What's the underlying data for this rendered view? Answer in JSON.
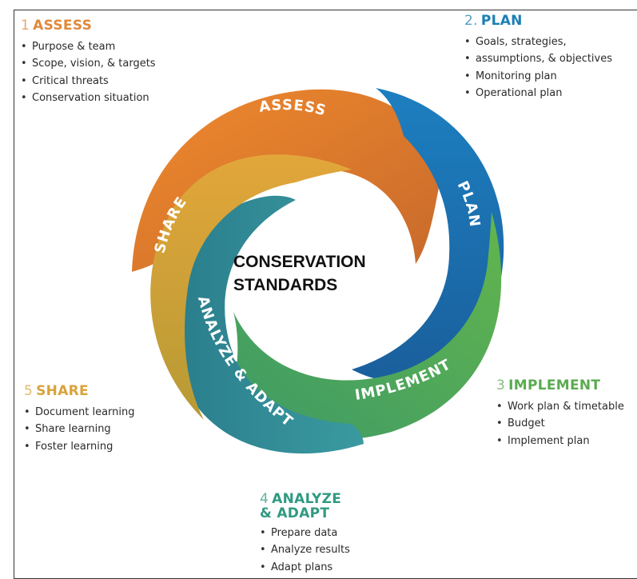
{
  "center_title": [
    "CONSERVATION",
    "STANDARDS"
  ],
  "wheel_labels": {
    "assess": "ASSESS",
    "plan": "PLAN",
    "implement": "IMPLEMENT",
    "analyze": "ANALYZE & ADAPT",
    "share": "SHARE"
  },
  "steps": {
    "assess": {
      "num": "1",
      "title": "ASSESS",
      "color": "#e0893a",
      "items": [
        "Purpose & team",
        "Scope, vision, & targets",
        "Critical threats",
        "Conservation situation"
      ]
    },
    "plan": {
      "num": "2.",
      "title": "PLAN",
      "color": "#1b7fb5",
      "items": [
        "Goals, strategies,",
        "assumptions, & objectives",
        "Monitoring plan",
        "Operational plan"
      ]
    },
    "implement": {
      "num": "3",
      "title": "IMPLEMENT",
      "color": "#5aab4f",
      "items": [
        "Work plan & timetable",
        "Budget",
        "Implement plan"
      ]
    },
    "analyze": {
      "num": "4",
      "title": "ANALYZE",
      "title2": "& ADAPT",
      "color": "#2f9a82",
      "items": [
        "Prepare data",
        "Analyze results",
        "Adapt plans"
      ]
    },
    "share": {
      "num": "5",
      "title": "SHARE",
      "color": "#d9a33b",
      "items": [
        "Document learning",
        "Share learning",
        "Foster learning"
      ]
    }
  }
}
